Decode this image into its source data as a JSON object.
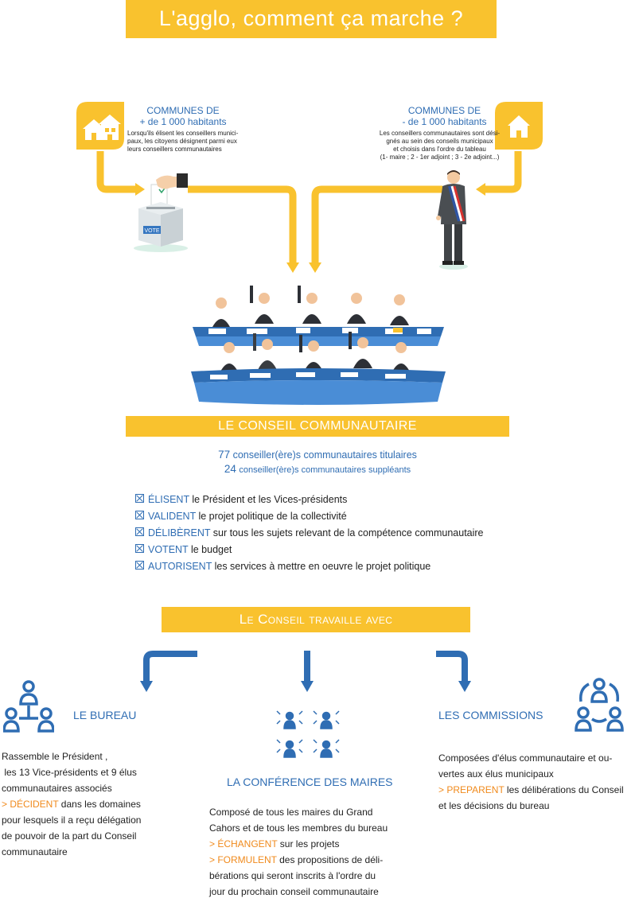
{
  "title": "L'agglo, comment ça marche ?",
  "communes_plus": {
    "heading_line1": "COMMUNES DE",
    "heading_line2": "+ de 1 000 habitants",
    "text": "Lorsqu'ils élisent les conseillers munici- paux, les citoyens désignent parmi eux leurs conseillers communautaires"
  },
  "communes_moins": {
    "heading_line1": "COMMUNES DE",
    "heading_line2": "- de 1 000 habitants",
    "text_line1": "Les conseillers communautaires sont dési-",
    "text_line2": "gnés au sein des conseils municipaux",
    "text_line3": "et choisis dans l'ordre du tableau",
    "text_line4": "(1- maire ;  2 - 1er adjoint ; 3 - 2e adjoint...)"
  },
  "ballot_label": "VOTE",
  "conseil": {
    "banner": "LE CONSEIL COMMUNAUTAIRE",
    "titulaires_num": "77",
    "titulaires_text": "conseiller(ère)s communautaires titulaires",
    "suppleants_num": "24",
    "suppleants_text": "conseiller(ère)s communautaires suppléants",
    "roles": [
      {
        "verb": "ÉLISENT",
        "rest": "le Président et les Vices-présidents"
      },
      {
        "verb": "VALIDENT",
        "rest": "le projet politique de la collectivité"
      },
      {
        "verb": "DÉLIBÈRENT",
        "rest": "sur tous les sujets relevant de la compétence communautaire"
      },
      {
        "verb": "VOTENT",
        "rest": "le budget"
      },
      {
        "verb": "AUTORISENT",
        "rest": "les services à mettre en oeuvre le projet politique"
      }
    ]
  },
  "travaille_banner": "Le Conseil travaille avec",
  "bureau": {
    "heading": "LE BUREAU",
    "line1": "Rassemble le Président ,",
    "line2": " les 13 Vice-présidents et 9 élus",
    "line3": "communautaires associés",
    "verb": "> DÉCIDENT",
    "line4_rest": " dans les domaines",
    "line5": "pour lesquels il a reçu délégation",
    "line6": "de pouvoir de la part du Conseil",
    "line7": "communautaire"
  },
  "conference": {
    "heading": "LA CONFÉRENCE DES MAIRES",
    "line1": "Composé de tous les maires du Grand",
    "line2": "Cahors et de tous les membres du bureau",
    "verb1": "> ÉCHANGENT",
    "verb1_rest": " sur les projets",
    "verb2": "> FORMULENT",
    "verb2_rest": " des propositions de déli-",
    "line5": "bérations qui seront inscrits à l'ordre du",
    "line6": "jour du prochain conseil communautaire"
  },
  "commissions": {
    "heading": "LES COMMISSIONS",
    "line1": "Composées d'élus communautaire et ou-",
    "line2": "vertes aux élus municipaux",
    "verb": "> PREPARENT",
    "verb_rest": " les délibérations du Conseil",
    "line4": "et les décisions  du bureau"
  },
  "colors": {
    "yellow": "#f9c22e",
    "blue": "#2f6db3",
    "orange": "#f08a1c"
  }
}
